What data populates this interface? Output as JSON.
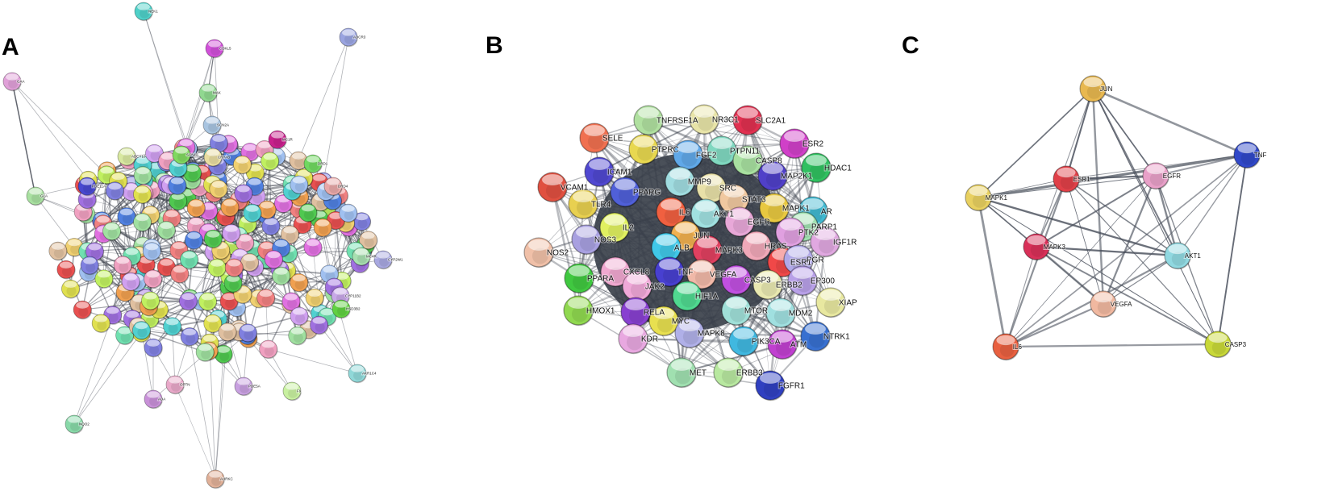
{
  "panels": {
    "a": {
      "letter": "A",
      "labeled_nodes": [
        {
          "label": "NEK1",
          "color": "#4fd0c8"
        },
        {
          "label": "CDKL5",
          "color": "#d050d8"
        },
        {
          "label": "ADCR3",
          "color": "#9aa4e0"
        },
        {
          "label": "GAA",
          "color": "#e0a0d8"
        },
        {
          "label": "MAK",
          "color": "#90d890"
        },
        {
          "label": "SCN2A",
          "color": "#a8c4e0"
        },
        {
          "label": "MC1R",
          "color": "#c8208c"
        },
        {
          "label": "ADCY10",
          "color": "#d8e8a0"
        },
        {
          "label": "SCN1A",
          "color": "#80d860"
        },
        {
          "label": "CRYAB",
          "color": "#e8dca0"
        },
        {
          "label": "DRD1",
          "color": "#70d860"
        },
        {
          "label": "PDE11A",
          "color": "#4848d0"
        },
        {
          "label": "GLA",
          "color": "#a8e0a0"
        },
        {
          "label": "DRD4",
          "color": "#e8a8a8"
        },
        {
          "label": "CYP2W1",
          "color": "#a8a8e0"
        },
        {
          "label": "MC4R",
          "color": "#a8e0b0"
        },
        {
          "label": "CYP11B2",
          "color": "#c8a8e8"
        },
        {
          "label": "HSD3B2",
          "color": "#60d040"
        },
        {
          "label": "AKR1C4",
          "color": "#90d8d8"
        },
        {
          "label": "F9",
          "color": "#c8f0a0"
        },
        {
          "label": "PDE5A",
          "color": "#c8a0e0"
        },
        {
          "label": "NQO2",
          "color": "#88d8a8"
        },
        {
          "label": "AURKC",
          "color": "#e0b098"
        },
        {
          "label": "OPTN",
          "color": "#e8a8c8"
        },
        {
          "label": "ADA",
          "color": "#c890d8"
        }
      ],
      "cluster_colors": [
        "#e85050",
        "#50c850",
        "#5080e0",
        "#e0e050",
        "#e070e0",
        "#50d0d0",
        "#f0a050",
        "#a070e0",
        "#f0a0c0",
        "#a0e0a0",
        "#a0c0f0",
        "#e0c0a0",
        "#c0f060",
        "#8080e0",
        "#f08080",
        "#70e0b0",
        "#d0a0f0",
        "#f0d070"
      ]
    },
    "b": {
      "letter": "B",
      "nodes": [
        {
          "label": "TNFRSF1A",
          "color": "#b0e0a0"
        },
        {
          "label": "NR3C1",
          "color": "#e8e4a8"
        },
        {
          "label": "SLC2A1",
          "color": "#e03050"
        },
        {
          "label": "SELE",
          "color": "#f07050"
        },
        {
          "label": "ESR2",
          "color": "#d040c8"
        },
        {
          "label": "PTPRC",
          "color": "#e8d850"
        },
        {
          "label": "FGF2",
          "color": "#60a8e8"
        },
        {
          "label": "PTPN11",
          "color": "#80d8c0"
        },
        {
          "label": "CASP8",
          "color": "#a8e0a0"
        },
        {
          "label": "HDAC1",
          "color": "#30c060"
        },
        {
          "label": "ICAM1",
          "color": "#5048d0"
        },
        {
          "label": "MAP2K1",
          "color": "#5040c8"
        },
        {
          "label": "VCAM1",
          "color": "#e05040"
        },
        {
          "label": "PPARG",
          "color": "#5060d8"
        },
        {
          "label": "MMP9",
          "color": "#a0dce0"
        },
        {
          "label": "SRC",
          "color": "#e8e0a8"
        },
        {
          "label": "STAT3",
          "color": "#f0c8a0"
        },
        {
          "label": "TLR4",
          "color": "#e8d050"
        },
        {
          "label": "IL6",
          "color": "#f06040"
        },
        {
          "label": "AKT1",
          "color": "#a0e0e0"
        },
        {
          "label": "MAPK1",
          "color": "#e8c840"
        },
        {
          "label": "AR",
          "color": "#40b8d0"
        },
        {
          "label": "PARP1",
          "color": "#a0e0b0"
        },
        {
          "label": "EGFR",
          "color": "#e8a8d8"
        },
        {
          "label": "IL2",
          "color": "#e0f060"
        },
        {
          "label": "NOS3",
          "color": "#a8a0e0"
        },
        {
          "label": "JUN",
          "color": "#f0b050"
        },
        {
          "label": "ALB",
          "color": "#40c8e8"
        },
        {
          "label": "MAPK3",
          "color": "#e04060"
        },
        {
          "label": "HRAS",
          "color": "#f0a8b8"
        },
        {
          "label": "PTK2",
          "color": "#e0a0e0"
        },
        {
          "label": "IGF1R",
          "color": "#e0a8e0"
        },
        {
          "label": "NOS2",
          "color": "#f0c0a8"
        },
        {
          "label": "ESR1",
          "color": "#f04848"
        },
        {
          "label": "PGR",
          "color": "#b0a8e8"
        },
        {
          "label": "PPARA",
          "color": "#40c840"
        },
        {
          "label": "CXCL8",
          "color": "#f0a8d0"
        },
        {
          "label": "TNF",
          "color": "#4840d0"
        },
        {
          "label": "VEGFA",
          "color": "#f0b8a8"
        },
        {
          "label": "CASP3",
          "color": "#c050e0"
        },
        {
          "label": "EP300",
          "color": "#b8a0e8"
        },
        {
          "label": "JAK2",
          "color": "#f0a8d8"
        },
        {
          "label": "HIF1A",
          "color": "#50d890"
        },
        {
          "label": "XIAP",
          "color": "#e8e8a0"
        },
        {
          "label": "HMOX1",
          "color": "#90d850"
        },
        {
          "label": "RELA",
          "color": "#8840d0"
        },
        {
          "label": "MYC",
          "color": "#e8e050"
        },
        {
          "label": "MTOR",
          "color": "#a0e0d8"
        },
        {
          "label": "MDM2",
          "color": "#a0e0e0"
        },
        {
          "label": "MAPK8",
          "color": "#b0b0e8"
        },
        {
          "label": "KDR",
          "color": "#e8a8e0"
        },
        {
          "label": "PIK3CA",
          "color": "#40b8e0"
        },
        {
          "label": "ATM",
          "color": "#c040d0"
        },
        {
          "label": "NTRK1",
          "color": "#3870d0"
        },
        {
          "label": "MET",
          "color": "#a0e0b0"
        },
        {
          "label": "ERBB3",
          "color": "#b8e8a0"
        },
        {
          "label": "FGFR1",
          "color": "#3040c0"
        },
        {
          "label": "ERBB2",
          "color": "#e8e8b0"
        }
      ]
    },
    "c": {
      "letter": "C",
      "nodes": [
        {
          "label": "JUN",
          "color": "#e8b850"
        },
        {
          "label": "MAPK1",
          "color": "#e8d060"
        },
        {
          "label": "ESR1",
          "color": "#e04048"
        },
        {
          "label": "EGFR",
          "color": "#e8a0c8"
        },
        {
          "label": "TNF",
          "color": "#3048c8"
        },
        {
          "label": "MAPK3",
          "color": "#d83058"
        },
        {
          "label": "AKT1",
          "color": "#90d8e0"
        },
        {
          "label": "VEGFA",
          "color": "#f0b8a0"
        },
        {
          "label": "IL6",
          "color": "#e86040"
        },
        {
          "label": "CASP3",
          "color": "#c8d838"
        }
      ]
    }
  }
}
